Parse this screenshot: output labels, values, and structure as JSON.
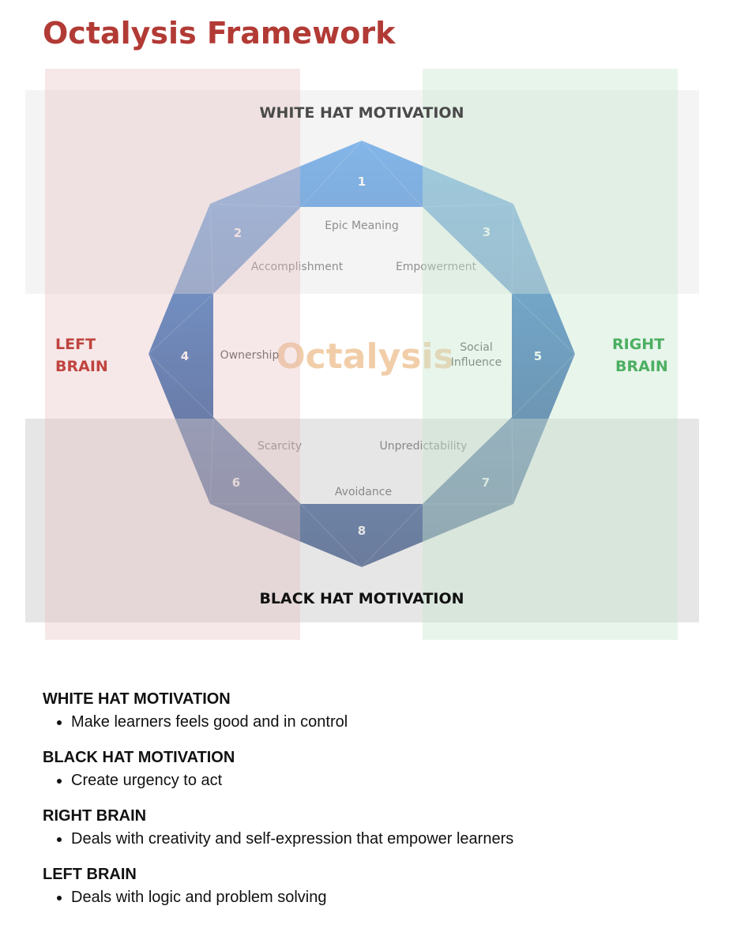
{
  "title": "Octalysis Framework",
  "diagram": {
    "quadrants": {
      "top": "WHITE HAT MOTIVATION",
      "bottom": "BLACK HAT MOTIVATION",
      "left": [
        "LEFT",
        "BRAIN"
      ],
      "right": [
        "RIGHT",
        "BRAIN"
      ]
    },
    "watermark": "Octalysis",
    "drives": [
      {
        "number": "1",
        "label": [
          "Epic Meaning"
        ]
      },
      {
        "number": "2",
        "label": [
          "Accomplishment"
        ]
      },
      {
        "number": "3",
        "label": [
          "Empowerment"
        ]
      },
      {
        "number": "4",
        "label": [
          "Ownership"
        ]
      },
      {
        "number": "5",
        "label": [
          "Social",
          "Influence"
        ]
      },
      {
        "number": "6",
        "label": [
          "Scarcity"
        ]
      },
      {
        "number": "7",
        "label": [
          "Unpredictability"
        ]
      },
      {
        "number": "8",
        "label": [
          "Avoidance"
        ]
      }
    ],
    "colors": {
      "octagon_top": "#4397ec",
      "octagon_bottom": "#1f3d78",
      "left_band": "#e8c3c3",
      "right_band": "#cde6d3",
      "top_band": "#e8e8e8",
      "bottom_band": "#cfcfcf"
    }
  },
  "notes": [
    {
      "heading": "WHITE HAT MOTIVATION",
      "bullets": [
        "Make learners feels good and in control"
      ]
    },
    {
      "heading": "BLACK HAT MOTIVATION",
      "bullets": [
        "Create urgency to act"
      ]
    },
    {
      "heading": "RIGHT BRAIN",
      "bullets": [
        "Deals with creativity and self-expression that empower learners"
      ]
    },
    {
      "heading": "LEFT BRAIN",
      "bullets": [
        "Deals with logic and problem solving"
      ]
    }
  ]
}
